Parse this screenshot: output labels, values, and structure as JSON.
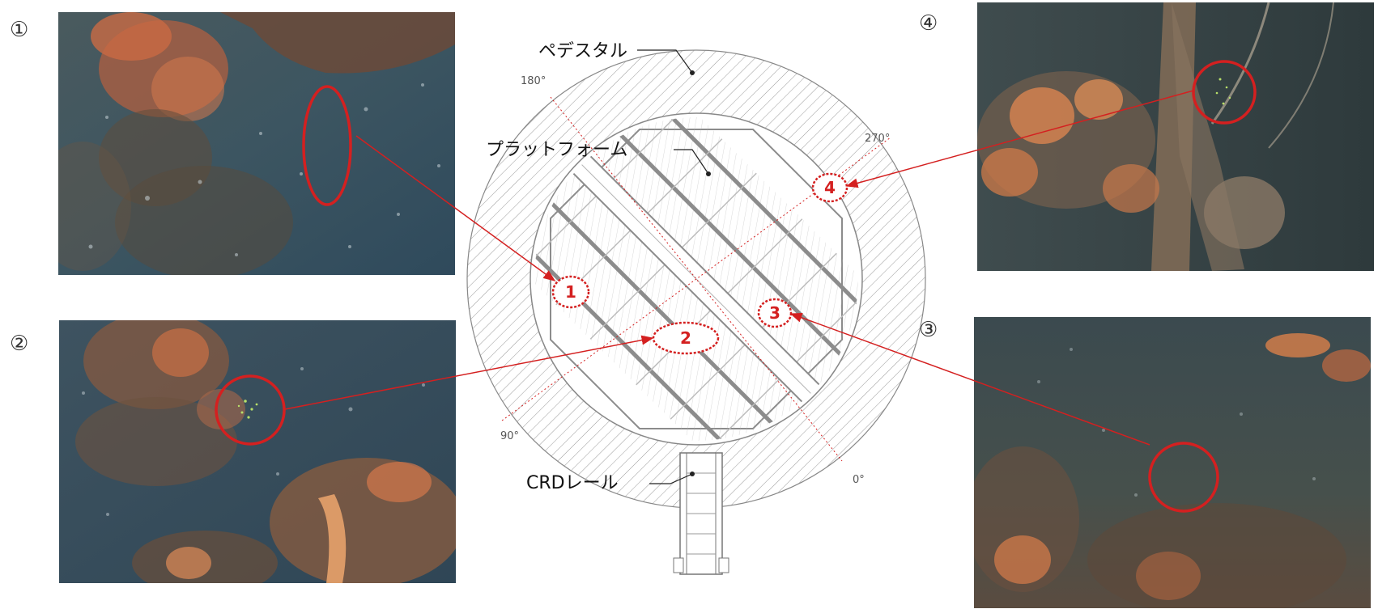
{
  "diagram": {
    "labels": {
      "pedestal": "ペデスタル",
      "platform": "プラットフォーム",
      "crd_rail": "CRDレール"
    },
    "angles": {
      "a180": "180°",
      "a270": "270°",
      "a90": "90°",
      "a0": "0°"
    },
    "markers": {
      "m1": "1",
      "m2": "2",
      "m3": "3",
      "m4": "4"
    }
  },
  "photos": [
    {
      "id": "1",
      "number": "①"
    },
    {
      "id": "2",
      "number": "②"
    },
    {
      "id": "3",
      "number": "③"
    },
    {
      "id": "4",
      "number": "④"
    }
  ],
  "colors": {
    "highlight": "#d42020",
    "water": "#3f5560",
    "deposit": "#d9804a"
  }
}
